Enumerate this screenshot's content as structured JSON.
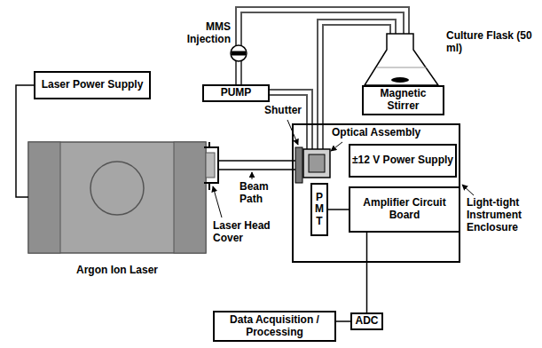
{
  "diagram": {
    "nodes": [
      {
        "text": [
          "Laser Power Supply"
        ]
      },
      {
        "text": [
          "PUMP"
        ]
      },
      {
        "text": [
          "Magnetic Stirrer"
        ]
      },
      {
        "text": [
          "Argon Ion Laser"
        ]
      },
      {
        "text": [
          "±12 V Power Supply"
        ]
      },
      {
        "text": [
          "PMT"
        ]
      },
      {
        "text": [
          "Amplifier Circuit Board"
        ]
      },
      {
        "text": [
          "Data Acquisition / Processing"
        ]
      },
      {
        "text": [
          "ADC"
        ]
      }
    ],
    "edges": [
      {
        "from": 0,
        "to": 3,
        "arrow": "none"
      },
      {
        "from": 5,
        "to": 6,
        "arrow": "none"
      },
      {
        "from": 6,
        "to": 8,
        "arrow": "none"
      },
      {
        "from": 8,
        "to": 7,
        "arrow": "none"
      }
    ],
    "labels": [
      "MMS Injection",
      "Culture Flask (50 ml)",
      "Shutter",
      "Optical Assembly",
      "Laser Head Cover",
      "Beam Path",
      "Light-tight Instrument Enclosure"
    ]
  }
}
